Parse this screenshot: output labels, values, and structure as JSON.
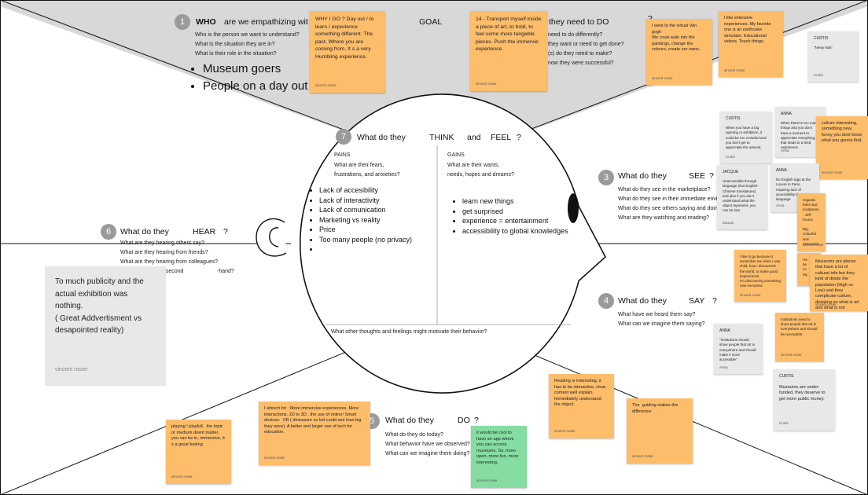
{
  "sections": {
    "who": {
      "number": "1",
      "title_a": "WHO",
      "title_b": "are we empathizing wit",
      "goal": "GOAL",
      "questions": [
        "Who is the person we want to understand?",
        "What is the situation they are in?",
        "What is their role in the situation?"
      ],
      "answers": [
        "Museum goers",
        "People on a day out"
      ]
    },
    "do_goal": {
      "title_a": "they need to DO",
      "title_b": "?",
      "questions": [
        "need to do differently?",
        "they want or need to get done?",
        "(s) do they need to make?",
        "now they were successful?"
      ]
    },
    "think_feel": {
      "number": "7",
      "title_a": "What do they",
      "title_b": "THINK",
      "title_c": "and",
      "title_d": "FEEL",
      "title_e": "?",
      "pains_label": "PAINS",
      "pains_q": [
        "What are their fears,",
        "frustrations, and anxieties?"
      ],
      "pains": [
        "Lack of accesibility",
        "Lack of interactivity",
        "Lack of comunication",
        "Marketing vs reality",
        "Price",
        "Too many people (no privacy)",
        ""
      ],
      "gains_label": "GAINS",
      "gains_q": [
        "What are their wants,",
        "needs, hopes and dreams?"
      ],
      "gains": [
        "learn new things",
        "get surprised",
        "experience = entertainment",
        "accessibility to global knowledges"
      ],
      "other": "What other thoughts and feelings might motivate their behavior?"
    },
    "see": {
      "number": "3",
      "title_a": "What do they",
      "title_b": "SEE",
      "title_c": "?",
      "questions": [
        "What do they see in the marketplace?",
        "What do they see in their immediate environ",
        "What do they see others saying and doing?",
        "What are they watching and reading?"
      ]
    },
    "say": {
      "number": "4",
      "title_a": "What do they",
      "title_b": "SAY",
      "title_c": "?",
      "questions": [
        "What have we heard them say?",
        "What can we imagine them saying?"
      ]
    },
    "hear": {
      "number": "6",
      "title_a": "What do they",
      "title_b": "HEAR",
      "title_c": "?",
      "questions": [
        "What are they hearing others say?",
        "What are they hearing from friends?",
        "What are they hearing from colleagues?",
        "g second"
      ],
      "hand": "-hand?"
    },
    "do": {
      "number": "5",
      "title_a": "What do they",
      "title_b": "DO",
      "title_c": "?",
      "questions": [
        "What do they do today?",
        "What behavior have we observed?",
        "What can we imagine them doing?"
      ]
    }
  },
  "notes": [
    {
      "id": "why-i-go",
      "color": "orange",
      "text": "WHY I GO ? Day out / to learn / experience something different. The past. Where you are coming from. It s a very Humbling experience.",
      "author": "vincent rosier"
    },
    {
      "id": "transport",
      "color": "orange",
      "text": "14 - Transport myself inside a piece of art, to hold, to feel some more tangeble pieces. Push the immervie experience.",
      "author": "vincent rosier"
    },
    {
      "id": "van-gogh",
      "color": "orange",
      "text": "I went to the virtual Van gogh\nWe couls walk into the paintings, change the colours, create our owns.",
      "author": "vincent rosier"
    },
    {
      "id": "extensive",
      "color": "orange",
      "text": "I like extensive experiences. My favorite one is an earthcake simulator. Educational videos. Touch things.",
      "author": "vincent rosier"
    },
    {
      "id": "curtis-new",
      "color": "gray",
      "name": "CURTIS",
      "text": "\"Netsy kids\"",
      "author": "Curtis"
    },
    {
      "id": "curtis-big",
      "color": "gray",
      "name": "CURTIS",
      "text": "When you have a big opening or exhibition, it could be too crowded and you don't get to appreciate the artwork.",
      "author": "Curtis"
    },
    {
      "id": "anna-time",
      "color": "gray",
      "name": "ANNA",
      "text": "When there're too many things and you don't have a moment to appreciate everything, that leads to a tired experience.",
      "author": "Anna"
    },
    {
      "id": "culture",
      "color": "orange",
      "text": "culture interesting, something new, funny you dont know what you gonna find.",
      "author": "vincent rosier"
    },
    {
      "id": "jacque",
      "color": "gray",
      "name": "JACQUE",
      "text": "Unaccessible through language (Not English-Chinese translations) and also if you don't understand what the object represent, you can be lost.",
      "author": "Jacque"
    },
    {
      "id": "anna-tags",
      "color": "gray",
      "name": "ANNA",
      "text": "No English tags at the Louvre in Paris, requiring lack of accessibility through language",
      "author": "Anna"
    },
    {
      "id": "gigantic",
      "color": "orange",
      "text": "Gigantic fonts and sculptures. - Jeff Koons\n\nBig, colourful and interactive.\n\nThe perfect experience mixes expectation with surprise. For ex: Hamburger Museum in Berlin",
      "author": "vincent rosier"
    },
    {
      "id": "ha",
      "color": "orange",
      "text": "Ha\nbe\nco\nMy",
      "author": ""
    },
    {
      "id": "love-go",
      "color": "orange",
      "text": "I like to go because it remember me when i was child, how I discovered the world, to make good experiences.\nI'm discovering something new everytime",
      "author": "vincent rosier"
    },
    {
      "id": "museums-places",
      "color": "orange",
      "text": "Museums are places that have a lot of cultural info but they kind of divide the population (High vs Low) and they complicate culture, dictating on what is art and what is not",
      "author": "vincent rosier"
    },
    {
      "id": "institutions-show",
      "color": "orange",
      "text": "Institutions need to show people that art is everywhere and should be accessible.",
      "author": "vincent rosier"
    },
    {
      "id": "anna-inst",
      "color": "gray",
      "name": "ANNA",
      "text": "\"Institutions should show people that art is everywhere and should make it more accessible\"",
      "author": "Anna"
    },
    {
      "id": "curtis-fund",
      "color": "gray",
      "name": "CURTIS",
      "text": "Museums are under-funded, they deserve to get more public money.",
      "author": "Curtis"
    },
    {
      "id": "publicity",
      "color": "gray",
      "text": "To much publicity and the actual exhibition was nothing.\n( Great Addvertisment vs desapointed reality)",
      "author": "vincent rosier"
    },
    {
      "id": "playing",
      "color": "orange",
      "text": "playing ! playfull.  the topic or medium doent matter, you can be in, immersive, it s a great feeling.",
      "author": "vincent rosier"
    },
    {
      "id": "immersive",
      "color": "orange",
      "text": "I whisch for : More immersive experiences. More interactions. 2D to 3D . the use of online! Smart devices.  VR ( dinosaure so kid could see how big they were). A better and larger use of tech for education.",
      "author": "vincent rosier"
    },
    {
      "id": "app",
      "color": "green",
      "text": "it would be cool to have an app where you can access museums. So, more open, more fun, more interesting.",
      "author": "vincent rosier"
    },
    {
      "id": "reading",
      "color": "orange",
      "text": "Reading is interesting, it has to be interactive, clear, context well explain. Immediately understand the object.",
      "author": "vincent rosier"
    },
    {
      "id": "guiding",
      "color": "orange",
      "text": "The  guiding makes the difference",
      "author": "vincent rosier"
    }
  ]
}
